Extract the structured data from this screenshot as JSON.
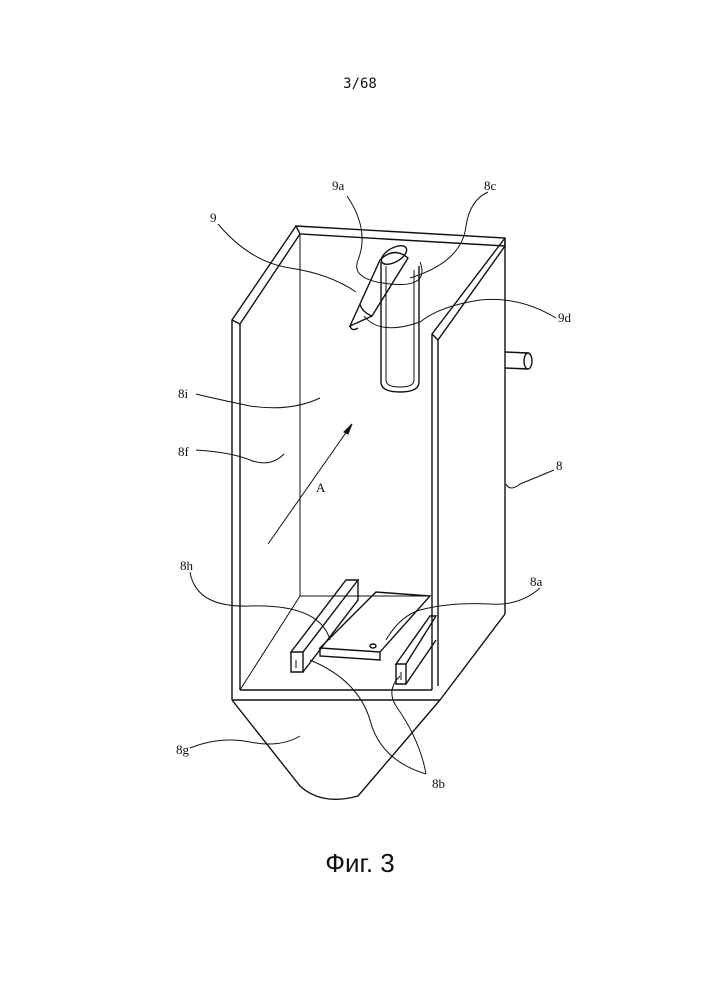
{
  "page_number": "3/68",
  "figure_caption": "Фиг. 3",
  "labels": {
    "l9a": "9a",
    "l8c": "8c",
    "l9": "9",
    "l9d": "9d",
    "l8i": "8i",
    "l8f": "8f",
    "l8": "8",
    "lA": "A",
    "l8h": "8h",
    "l8a": "8a",
    "l8g": "8g",
    "l8b": "8b"
  }
}
